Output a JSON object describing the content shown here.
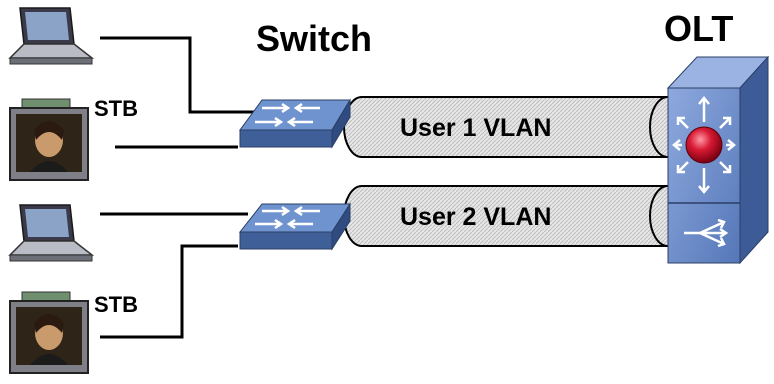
{
  "diagram": {
    "switch_title": "Switch",
    "olt_title": "OLT",
    "stb_labels": [
      "STB",
      "STB"
    ],
    "vlans": [
      {
        "label": "User 1 VLAN"
      },
      {
        "label": "User 2 VLAN"
      }
    ],
    "icons": {
      "laptop": "laptop-icon",
      "tv": "tv-icon",
      "switch": "network-switch-icon",
      "olt": "olt-router-icon"
    },
    "colors": {
      "switch_fill": "#4a6fa8",
      "olt_fill": "#6b8bc9",
      "tunnel_fill": "#d6d6d6",
      "router_ball": "#c8102e",
      "wire": "#000000"
    }
  }
}
